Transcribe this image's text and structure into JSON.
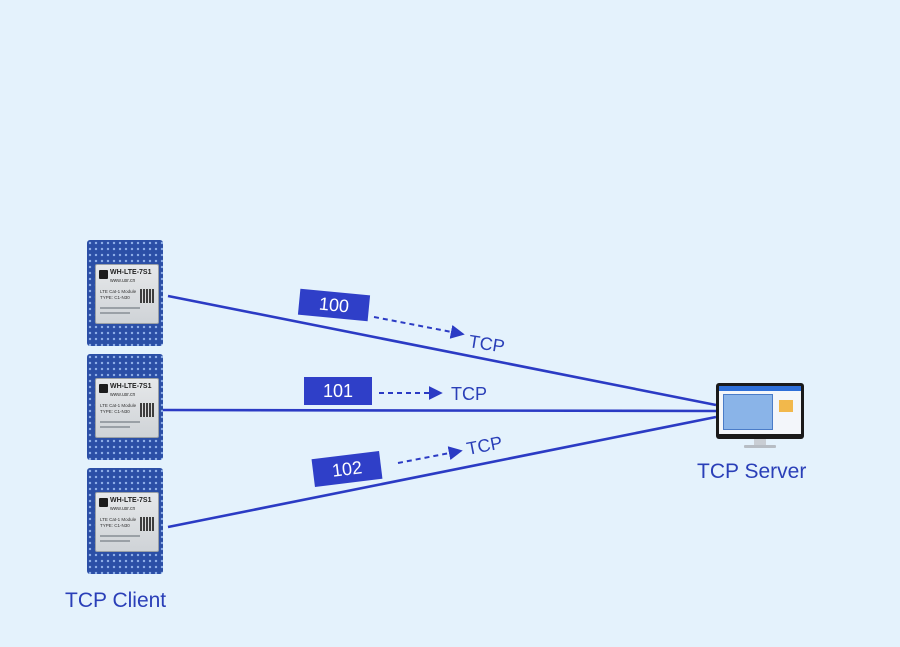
{
  "client_label": "TCP Client",
  "server_label": "TCP Server",
  "colors": {
    "background": "#e4f2fc",
    "line": "#2b3bc4",
    "packet_box": "#2f3fc8",
    "text": "#2a3fb8"
  },
  "module": {
    "model": "WH-LTE-7S1",
    "url": "www.usr.cn",
    "description": "LTE Cat-1 Module",
    "type": "TYPE: C1-N30"
  },
  "connections": [
    {
      "packet": "100",
      "protocol": "TCP"
    },
    {
      "packet": "101",
      "protocol": "TCP"
    },
    {
      "packet": "102",
      "protocol": "TCP"
    }
  ]
}
